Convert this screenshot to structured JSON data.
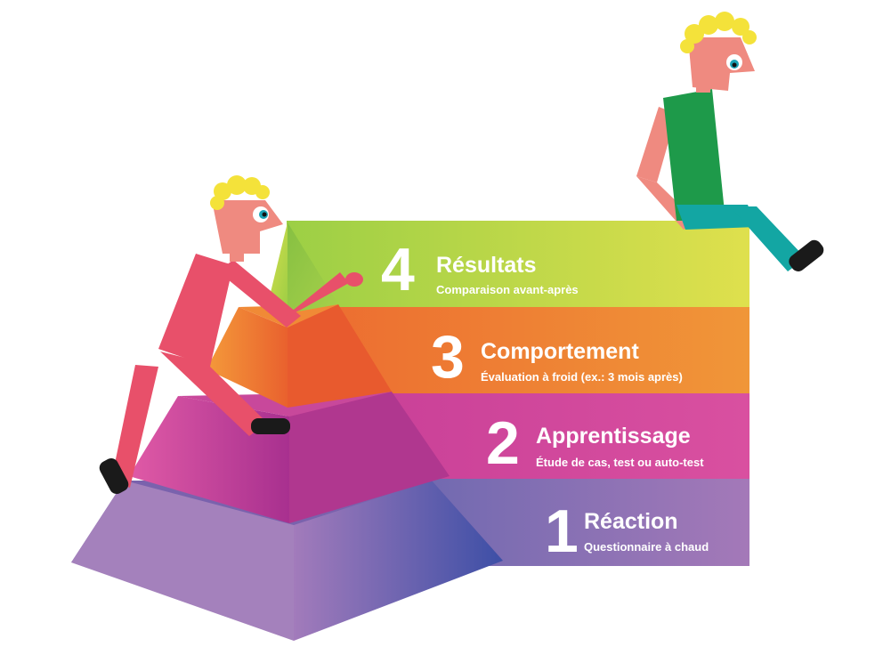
{
  "levels": [
    {
      "number": "4",
      "title": "Résultats",
      "subtitle": "Comparaison avant-après",
      "color": "#c9d84a"
    },
    {
      "number": "3",
      "title": "Comportement",
      "subtitle": "Évaluation à froid (ex.: 3 mois après)",
      "color": "#ee7a2f"
    },
    {
      "number": "2",
      "title": "Apprentissage",
      "subtitle": "Étude de cas, test ou auto-test",
      "color": "#d8489a"
    },
    {
      "number": "1",
      "title": "Réaction",
      "subtitle": "Questionnaire à chaud",
      "color": "#8f74b3"
    }
  ],
  "figures": {
    "climber_icon": "person-climbing-icon",
    "sitter_icon": "person-sitting-icon"
  }
}
